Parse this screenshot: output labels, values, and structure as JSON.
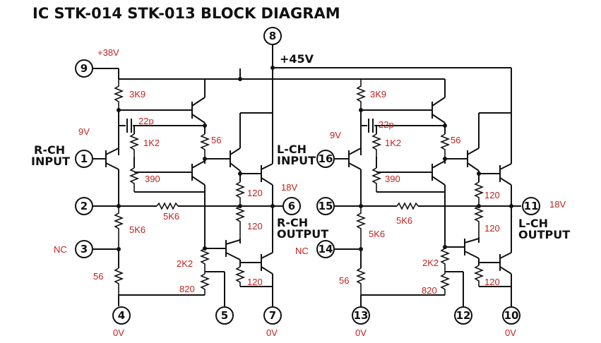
{
  "title": "IC STK-014 STK-013 BLOCK DIAGRAM",
  "supply_label": "+45V",
  "pins": [
    "1",
    "2",
    "3",
    "4",
    "5",
    "6",
    "7",
    "8",
    "9",
    "10",
    "11",
    "12",
    "13",
    "14",
    "15",
    "16"
  ],
  "channel_labels": {
    "rch_input_1": "R-CH",
    "rch_input_2": "INPUT",
    "lch_input_1": "L-CH",
    "lch_input_2": "INPUT",
    "rch_output_1": "R-CH",
    "rch_output_2": "OUTPUT",
    "lch_output_1": "L-CH",
    "lch_output_2": "OUTPUT"
  },
  "annotations": {
    "v38": "+38V",
    "v9_left": "9V",
    "v9_right": "9V",
    "v18_left": "18V",
    "v18_right": "18V",
    "nc_left": "NC",
    "nc_right": "NC",
    "ov_4": "0V",
    "ov_7": "0V",
    "ov_13": "0V",
    "ov_10": "0V"
  },
  "components": {
    "r3k9": "3K9",
    "c22p": "22p",
    "r1k2": "1K2",
    "r390": "390",
    "r56": "56",
    "r120": "120",
    "r5k6": "5K6",
    "r2k2": "2K2",
    "r820": "820"
  }
}
